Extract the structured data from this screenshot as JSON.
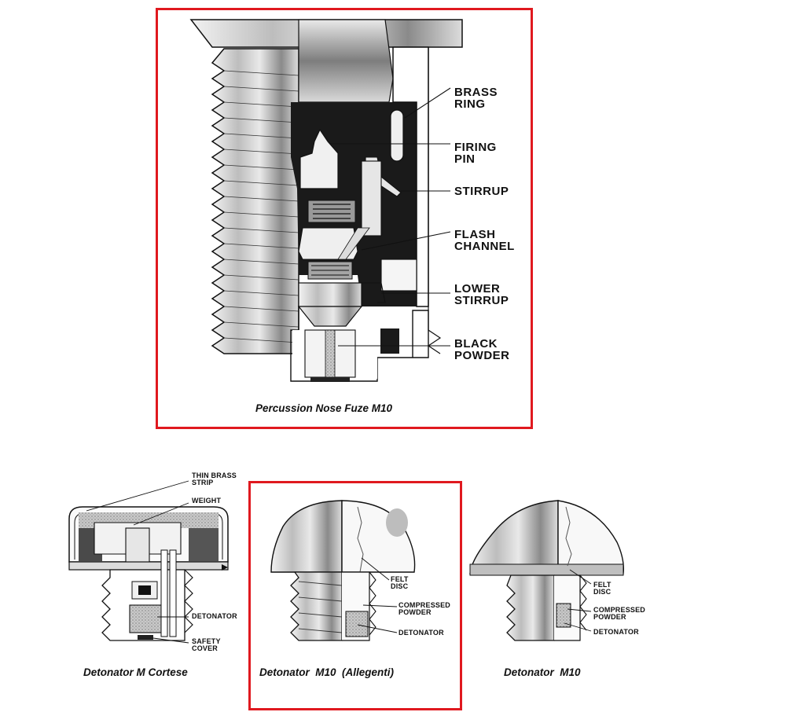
{
  "highlight_color": "#e0191f",
  "fuze": {
    "labels": {
      "brass_ring": "BRASS\nRING",
      "firing_pin": "FIRING\nPIN",
      "stirrup": "STIRRUP",
      "flash_channel": "FLASH\nCHANNEL",
      "lower_stirrup": "LOWER\nSTIRRUP",
      "black_powder": "BLACK\nPOWDER"
    },
    "caption": "Percussion Nose Fuze M10"
  },
  "cortese": {
    "labels": {
      "thin_brass_strip": "THIN BRASS\nSTRIP",
      "weight": "WEIGHT",
      "detonator": "DETONATOR",
      "safety_cover": "SAFETY\nCOVER"
    },
    "caption": "Detonator M Cortese"
  },
  "allegenti": {
    "labels": {
      "felt_disc": "FELT\nDISC",
      "compressed_powder": "COMPRESSED\nPOWDER",
      "detonator": "DETONATOR"
    },
    "caption": "Detonator  M10  (Allegenti)"
  },
  "m10": {
    "labels": {
      "felt_disc": "FELT\nDISC",
      "compressed_powder": "COMPRESSED\nPOWDER",
      "detonator": "DETONATOR"
    },
    "caption": "Detonator  M10"
  }
}
